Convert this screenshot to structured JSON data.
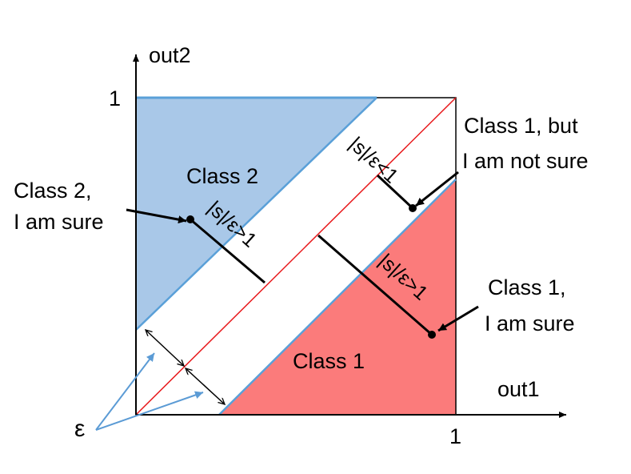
{
  "axes": {
    "x_label": "out1",
    "y_label": "out2",
    "x_tick": "1",
    "y_tick": "1"
  },
  "regions": {
    "class2_label": "Class 2",
    "class1_label": "Class 1"
  },
  "annotations": {
    "class2_sure_line1": "Class 2,",
    "class2_sure_line2": "I am sure",
    "class1_unsure_line1": "Class 1, but",
    "class1_unsure_line2": "I am not sure",
    "class1_sure_line1": "Class 1,",
    "class1_sure_line2": "I am sure",
    "epsilon": "ε"
  },
  "measure_labels": {
    "gt1_left": "|s|/ε>1",
    "gt1_right": "|s|/ε>1",
    "lt1": "|s|/ε<1"
  },
  "colors": {
    "class2_fill": "#a9c8e8",
    "class2_edge": "#5aa0d8",
    "class1_fill": "#fb7b7b",
    "boundary": "#e8191c",
    "epsilon_arrow": "#5b9bd5"
  }
}
